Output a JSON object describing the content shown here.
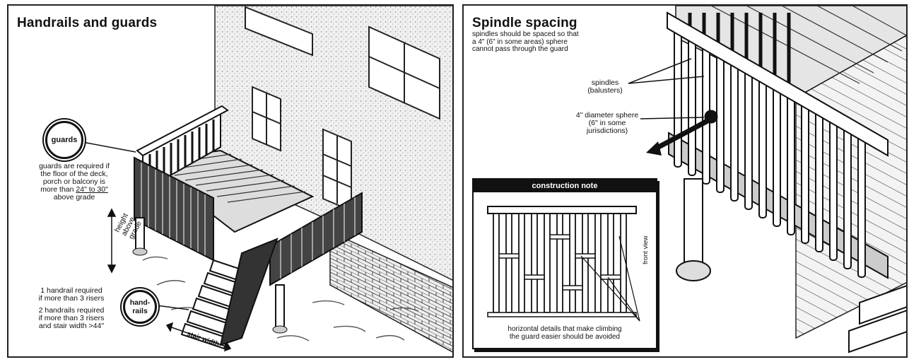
{
  "left_panel": {
    "title": "Handrails and guards",
    "guards_badge": "guards",
    "guards_text_1": "guards are required if",
    "guards_text_2": "the floor of the deck,",
    "guards_text_3": "porch or balcony is",
    "guards_text_4_prefix": "more than ",
    "guards_text_4_underlined": "24\" to 30\"",
    "guards_text_5": "above grade",
    "height_label_1": "height",
    "height_label_2": "above",
    "height_label_3": "grade",
    "handrail_badge_1": "hand-",
    "handrail_badge_2": "rails",
    "handrail_text_1": "1 handrail required",
    "handrail_text_2": "if more than 3 risers",
    "handrail_text_3": "2 handrails required",
    "handrail_text_4": "if more than 3 risers",
    "handrail_text_5": "and stair width >44\"",
    "stair_width_label": "stair width"
  },
  "right_panel": {
    "title": "Spindle spacing",
    "intro_1": "spindles should be spaced so that",
    "intro_2": "a 4\" (6\" in some areas) sphere",
    "intro_3": "cannot pass through the guard",
    "spindles_label_1": "spindles",
    "spindles_label_2": "(balusters)",
    "sphere_label_1": "4\" diameter sphere",
    "sphere_label_2": "(6\" in some",
    "sphere_label_3": "jurisdictions)",
    "note_header": "construction note",
    "front_view_label": "front view",
    "note_caption_1": "horizontal details that make climbing",
    "note_caption_2": "the guard easier should be avoided"
  }
}
